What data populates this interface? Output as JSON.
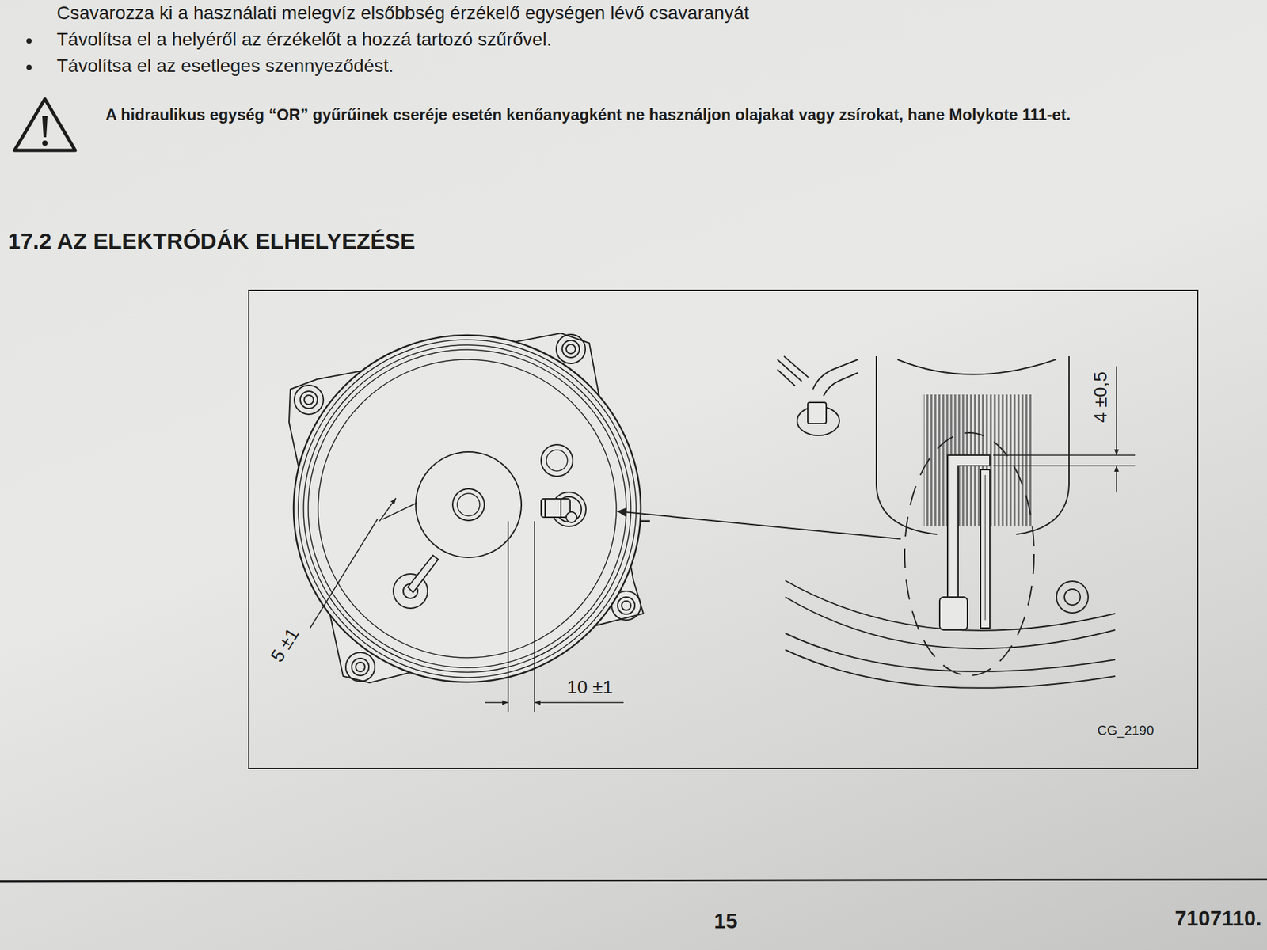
{
  "diagram": {
    "title": "17.2 AZ ELEKTRÓDÁK ELHELYEZÉSE",
    "labels": [
      "Csavarozza ki a használati melegvíz elsőbbség érzékelő egységen lévő csavaranyát",
      "Távolítsa el a helyéről az érzékelőt a hozzá tartozó szűrővel.",
      "Távolítsa el az esetleges szennyeződést.",
      "A hidraulikus egység “OR” gyűrűinek cseréje esetén kenőanyagként ne használjon olajakat vagy zsírokat, hane Molykote 111-et.",
      "5 ±1",
      "10 ±1",
      "4 ±0,5",
      "CG_2190",
      "15",
      "7107110."
    ]
  }
}
